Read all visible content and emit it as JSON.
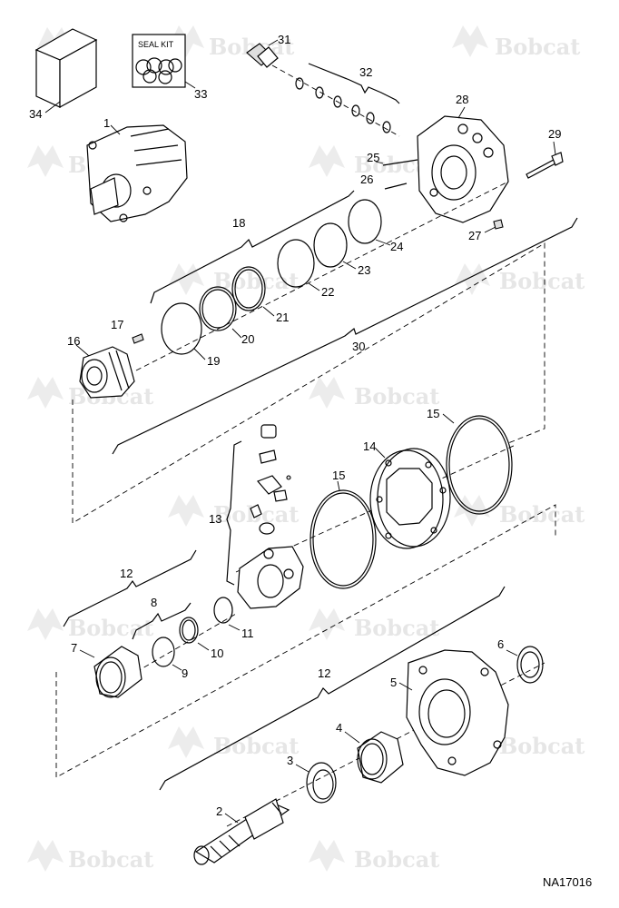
{
  "diagram": {
    "reference_id": "NA17016",
    "seal_kit_label": "SEAL KIT",
    "watermark_text": "Bobcat",
    "watermark_suffix": ".",
    "colors": {
      "line": "#000000",
      "watermark": "#e6e6e6",
      "background": "#ffffff"
    },
    "callouts": {
      "c1": "1",
      "c2": "2",
      "c3": "3",
      "c4": "4",
      "c5": "5",
      "c6": "6",
      "c7": "7",
      "c8": "8",
      "c9": "9",
      "c10": "10",
      "c11": "11",
      "c12a": "12",
      "c12b": "12",
      "c13": "13",
      "c14": "14",
      "c15a": "15",
      "c15b": "15",
      "c16": "16",
      "c17": "17",
      "c18": "18",
      "c19": "19",
      "c20": "20",
      "c21": "21",
      "c22": "22",
      "c23": "23",
      "c24": "24",
      "c25": "25",
      "c26": "26",
      "c27": "27",
      "c28": "28",
      "c29": "29",
      "c30": "30",
      "c31": "31",
      "c32": "32",
      "c33": "33",
      "c34": "34"
    }
  }
}
